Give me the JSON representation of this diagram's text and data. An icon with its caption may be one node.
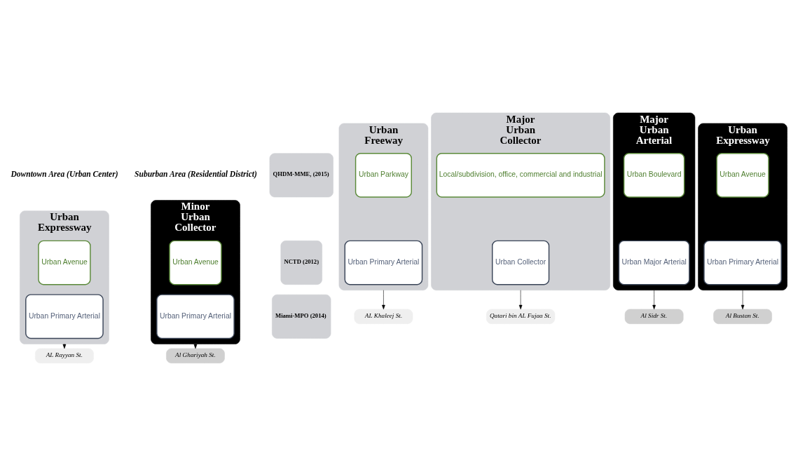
{
  "diagram": {
    "nodes": [
      {
        "text": [
          "QHDM-MME, (2015)"
        ]
      },
      {
        "text": [
          "NCTD (2012)"
        ]
      },
      {
        "text": [
          "Miami-MPO (2014)"
        ]
      },
      {
        "text": [
          "Urban Freeway"
        ]
      },
      {
        "text": [
          "Urban Parkway"
        ],
        "in": 3
      },
      {
        "text": [
          "Urban Primary Arterial"
        ],
        "in": 3
      },
      {
        "text": [
          "Urban Expressway"
        ]
      },
      {
        "text": [
          "Urban Avenue"
        ],
        "in": 6
      },
      {
        "text": [
          "Urban Primary Arterial"
        ],
        "in": 6
      },
      {
        "text": [
          "Major Urban Collector"
        ]
      },
      {
        "text": [
          "Local/subdivision, office, commercial and industrial"
        ],
        "in": 9
      },
      {
        "text": [
          "Urban Collector"
        ],
        "in": 9
      },
      {
        "text": [
          "Major Urban Arterial"
        ]
      },
      {
        "text": [
          "Urban Boulevard"
        ],
        "in": 12
      },
      {
        "text": [
          "Urban Major Arterial"
        ],
        "in": 12
      },
      {
        "text": [
          "Minor Urban Collector"
        ]
      },
      {
        "text": [
          "Urban Avenue"
        ],
        "in": 15
      },
      {
        "text": [
          "Urban Primary Arterial"
        ],
        "in": 15
      },
      {
        "text": [
          "Urban Expressway"
        ]
      },
      {
        "text": [
          "Urban Avenue"
        ],
        "in": 18
      },
      {
        "text": [
          "Urban Primary Arterial"
        ],
        "in": 18
      },
      {
        "text": [
          "AL Khaleej St."
        ]
      },
      {
        "text": [
          "AL Rayyan St."
        ]
      },
      {
        "text": [
          "Qatari bin AL Fujaa St."
        ]
      },
      {
        "text": [
          "Al Sidr St."
        ]
      },
      {
        "text": [
          "Al Ghariyah St."
        ]
      },
      {
        "text": [
          "Al Bustan St."
        ]
      }
    ],
    "edges": [
      {
        "from": 3,
        "to": 21,
        "arrow": "to"
      },
      {
        "from": 6,
        "to": 22,
        "arrow": "to"
      },
      {
        "from": 9,
        "to": 23,
        "arrow": "to"
      },
      {
        "from": 12,
        "to": 24,
        "arrow": "to"
      },
      {
        "from": 15,
        "to": 25,
        "arrow": "to"
      },
      {
        "from": 18,
        "to": 26,
        "arrow": "to"
      }
    ],
    "labels": [
      "Downtown Area (Urban Center)",
      "Suburban Area (Residential District)"
    ]
  }
}
